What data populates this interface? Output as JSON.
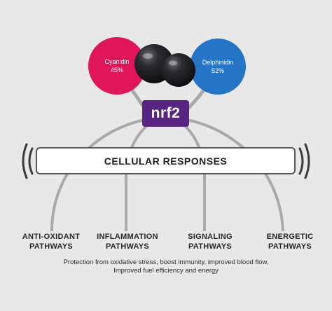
{
  "diagram": {
    "anthocyanins": [
      {
        "name": "Cyanidin",
        "percent": "45%",
        "color": "#e0165a"
      },
      {
        "name": "Delphinidin",
        "percent": "52%",
        "color": "#2674c6"
      }
    ],
    "hub_label": "nrf2",
    "hub_color": "#582583",
    "responses_label": "CELLULAR RESPONSES",
    "pathways": [
      {
        "line1": "ANTI-OXIDANT",
        "line2": "PATHWAYS"
      },
      {
        "line1": "INFLAMMATION",
        "line2": "PATHWAYS"
      },
      {
        "line1": "SIGNALING",
        "line2": "PATHWAYS"
      },
      {
        "line1": "ENERGETIC",
        "line2": "PATHWAYS"
      }
    ],
    "caption_line1": "Protection from oxidative stress, boost immunity, improved blood flow,",
    "caption_line2": "Improved fuel efficiency and energy"
  }
}
